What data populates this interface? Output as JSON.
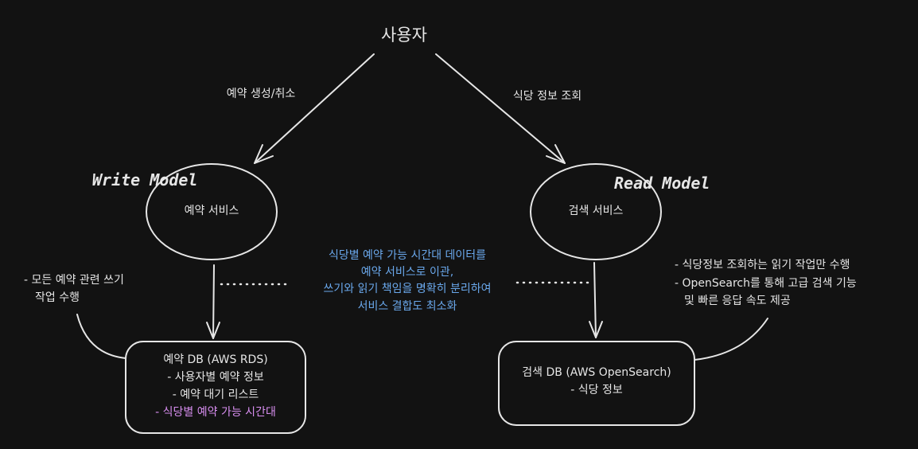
{
  "user": {
    "label": "사용자"
  },
  "edges": {
    "write_label": "예약 생성/취소",
    "read_label": "식당 정보 조회"
  },
  "write_model": {
    "title": "Write Model",
    "service": "예약 서비스"
  },
  "read_model": {
    "title": "Read Model",
    "service": "검색 서비스"
  },
  "center_note": {
    "color": "#6aa8ec",
    "lines": [
      "식당별 예약 가능 시간대 데이터를",
      "예약 서비스로 이관,",
      "쓰기와 읽기 책임을 명확히 분리하여",
      "서비스 결합도 최소화"
    ]
  },
  "write_note": {
    "lines": [
      "- 모든 예약 관련 쓰기",
      "작업 수행"
    ]
  },
  "read_note": {
    "lines": [
      "- 식당정보 조회하는 읽기 작업만 수행",
      "- OpenSearch를 통해 고급 검색 기능",
      "및 빠른 응답 속도 제공"
    ]
  },
  "write_db": {
    "lines": [
      "예약 DB (AWS RDS)",
      "- 사용자별 예약 정보",
      "- 예약 대기 리스트",
      "- 식당별 예약 가능 시간대"
    ],
    "highlight_color": "#d88ef0"
  },
  "read_db": {
    "lines": [
      "검색 DB (AWS OpenSearch)",
      "- 식당 정보"
    ]
  }
}
